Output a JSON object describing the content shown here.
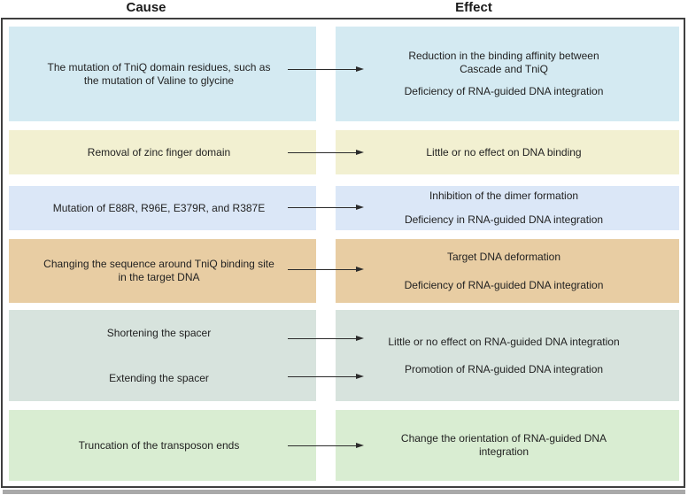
{
  "headers": {
    "cause": "Cause",
    "effect": "Effect"
  },
  "colors": {
    "frame_border": "#3f3f3f",
    "arrow": "#2b2b2b",
    "text": "#222222",
    "bottom_shadow": "#a9a9a9"
  },
  "rows": [
    {
      "bg": "#d4eaf2",
      "causes": [
        "The mutation of TniQ domain residues, such as  the mutation of Valine to glycine"
      ],
      "effects": [
        "Reduction in  the binding affinity between Cascade and TniQ",
        "Deficiency of  RNA-guided DNA integration"
      ]
    },
    {
      "bg": "#f2f0d1",
      "causes": [
        "Removal of  zinc finger domain"
      ],
      "effects": [
        "Little or no effect on DNA binding"
      ]
    },
    {
      "bg": "#dbe7f7",
      "causes": [
        "Mutation of E88R, R96E, E379R, and R387E"
      ],
      "effects": [
        "Inhibition of  the dimer formation",
        "Deficiency in RNA-guided DNA integration"
      ]
    },
    {
      "bg": "#e8cda3",
      "causes": [
        "Changing the sequence around TniQ  binding site in the target DNA"
      ],
      "effects": [
        "Target  DNA deformation",
        "Deficiency of RNA-guided DNA integration"
      ]
    },
    {
      "bg": "#d7e3dd",
      "causes": [
        "Shortening the spacer",
        "Extending the spacer"
      ],
      "effects": [
        "Little or no effect  on RNA-guided DNA integration",
        "Promotion of RNA-guided DNA integration"
      ]
    },
    {
      "bg": "#d9edd2",
      "causes": [
        "Truncation of  the  transposon ends"
      ],
      "effects": [
        "Change the orientation of RNA-guided DNA integration"
      ]
    }
  ]
}
